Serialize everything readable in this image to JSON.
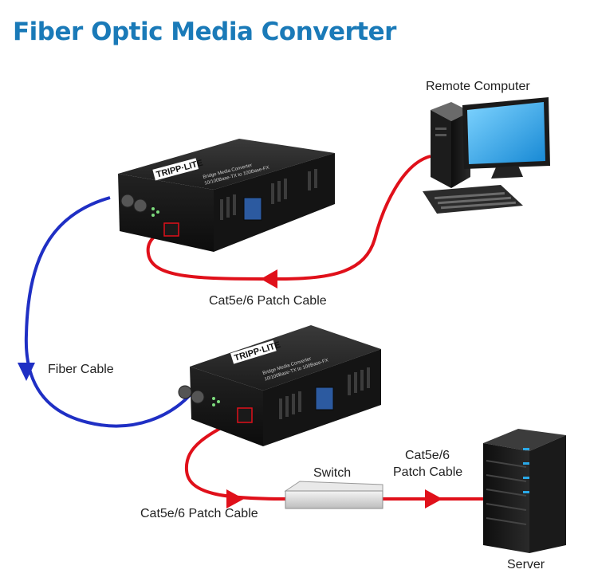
{
  "title": "Fiber Optic Media Converter",
  "labels": {
    "remote_computer": "Remote Computer",
    "patch_cable_top": "Cat5e/6 Patch Cable",
    "fiber_cable": "Fiber Cable",
    "switch": "Switch",
    "patch_cable_bottom_left": "Cat5e/6 Patch Cable",
    "patch_cable_right_line1": "Cat5e/6",
    "patch_cable_right_line2": "Patch Cable",
    "server": "Server"
  },
  "device": {
    "brand": "TRIPP·LITE",
    "model_line1": "Bridge Media Converter",
    "model_line2": "10/100Base-TX to 100Base-FX"
  },
  "colors": {
    "title": "#1a7ab8",
    "copper_cable": "#e0101a",
    "fiber_cable": "#1f2fc4",
    "device_body": "#1b1b1b",
    "monitor_screen": "#2aa9e8"
  },
  "icons": {
    "computer": "desktop-computer-icon",
    "server": "server-tower-icon",
    "switch": "network-switch-icon",
    "converter": "media-converter-icon"
  }
}
